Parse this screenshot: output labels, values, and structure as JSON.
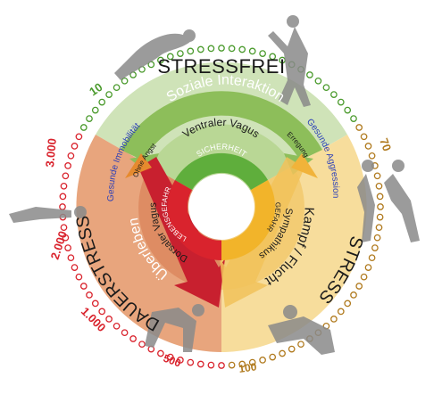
{
  "colors": {
    "green_sector": "#cfe3b8",
    "orange_sector": "#e8a57d",
    "yellow_sector": "#f7dd9c",
    "green_band": "#8dbe5a",
    "red_band": "#c8202f",
    "orange_band": "#e7a43a",
    "green_dots": "#4a9a2c",
    "red_dots": "#d9232d",
    "brown_dots": "#b07a1e",
    "blue_text": "#2b3fb8",
    "silhouette": "#8a8a8a"
  },
  "icons": [
    "human-silhouette"
  ],
  "labels": {
    "stressfrei": "STRESSFREI",
    "dauerstress": "DAUERSTRESS",
    "stress": "STRESS",
    "soziale_interaktion": "Soziale Interaktion",
    "ventraler_vagus": "Ventraler Vagus",
    "sicherheit": "SICHERHEIT",
    "lebensgefahr": "LEBENSGEFAHR",
    "gefahr": "GEFAHR",
    "ueberleben": "Überleben",
    "dorsaler_vagus": "Dorsaler Vagus",
    "sympathikus": "Sympathikus",
    "kampf_flucht": "Kampf / Flucht",
    "ohne_angst": "Ohne Angst",
    "erregung": "Erregung",
    "gesunde_immobilitaet": "Gesunde Immobilität",
    "gesunde_aggression": "Gesunde Aggression"
  },
  "scale_numbers": {
    "n10": "10",
    "n70": "70",
    "n100": "100",
    "n500": "500",
    "n1000": "1.000",
    "n2000": "2.000",
    "n3000": "3.000"
  }
}
